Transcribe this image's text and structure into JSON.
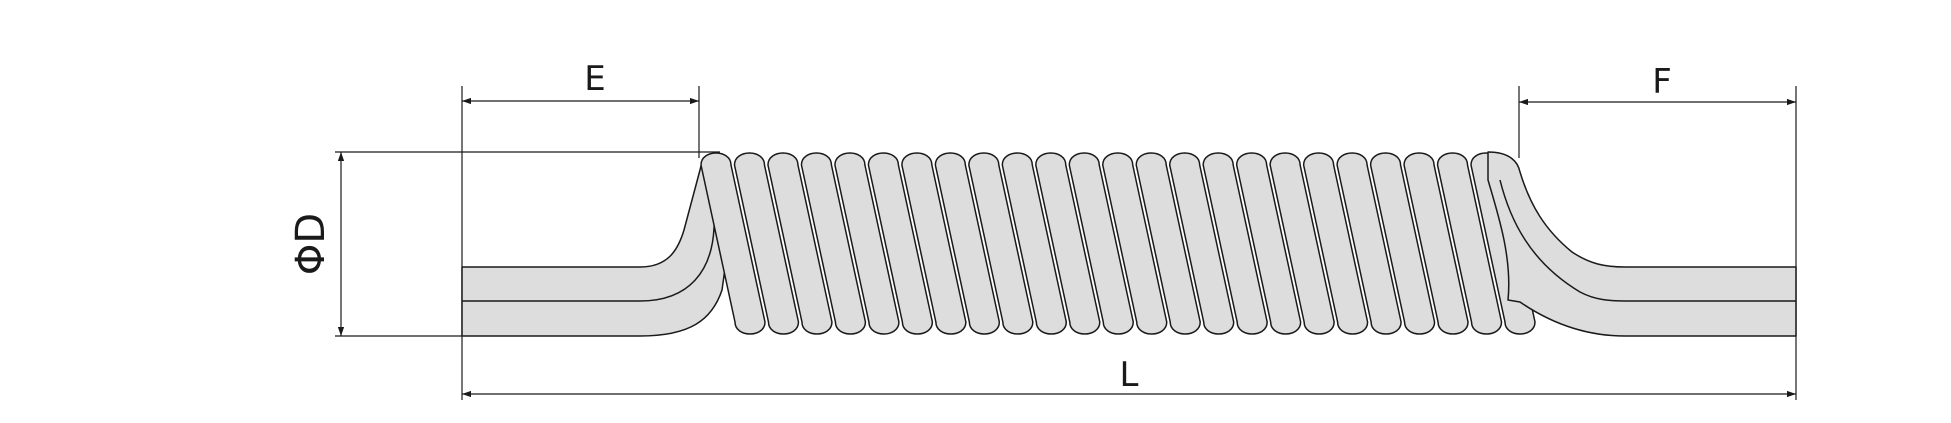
{
  "diagram": {
    "labels": {
      "e": "E",
      "f": "F",
      "l": "L",
      "d": "ΦD"
    },
    "colors": {
      "line": "#1a1a1a",
      "fill": "#dddddd",
      "background": "#ffffff"
    },
    "coil": {
      "turns": 24
    }
  }
}
